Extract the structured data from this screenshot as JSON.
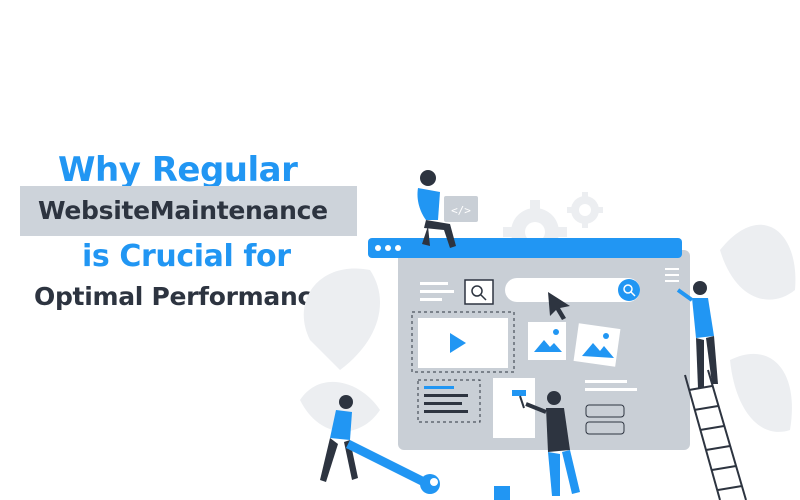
{
  "headline": {
    "line1": "Why Regular",
    "line2": "WebsiteMaintenance",
    "line3": "is Crucial for",
    "line4": "Optimal Performance"
  },
  "illustration": {
    "code_tag": "</>"
  },
  "colors": {
    "accent_blue": "#2196f3",
    "dark_text": "#2d3440",
    "band_gray": "#cdd3da",
    "panel_gray": "#c9cfd6",
    "decor_gray": "#eceef1"
  },
  "icons": [
    "search-icon",
    "play-icon",
    "image-icon",
    "hamburger-menu-icon",
    "cursor-arrow-icon",
    "gear-icon",
    "code-icon",
    "wrench-icon",
    "paint-roller-icon",
    "ladder-icon"
  ]
}
